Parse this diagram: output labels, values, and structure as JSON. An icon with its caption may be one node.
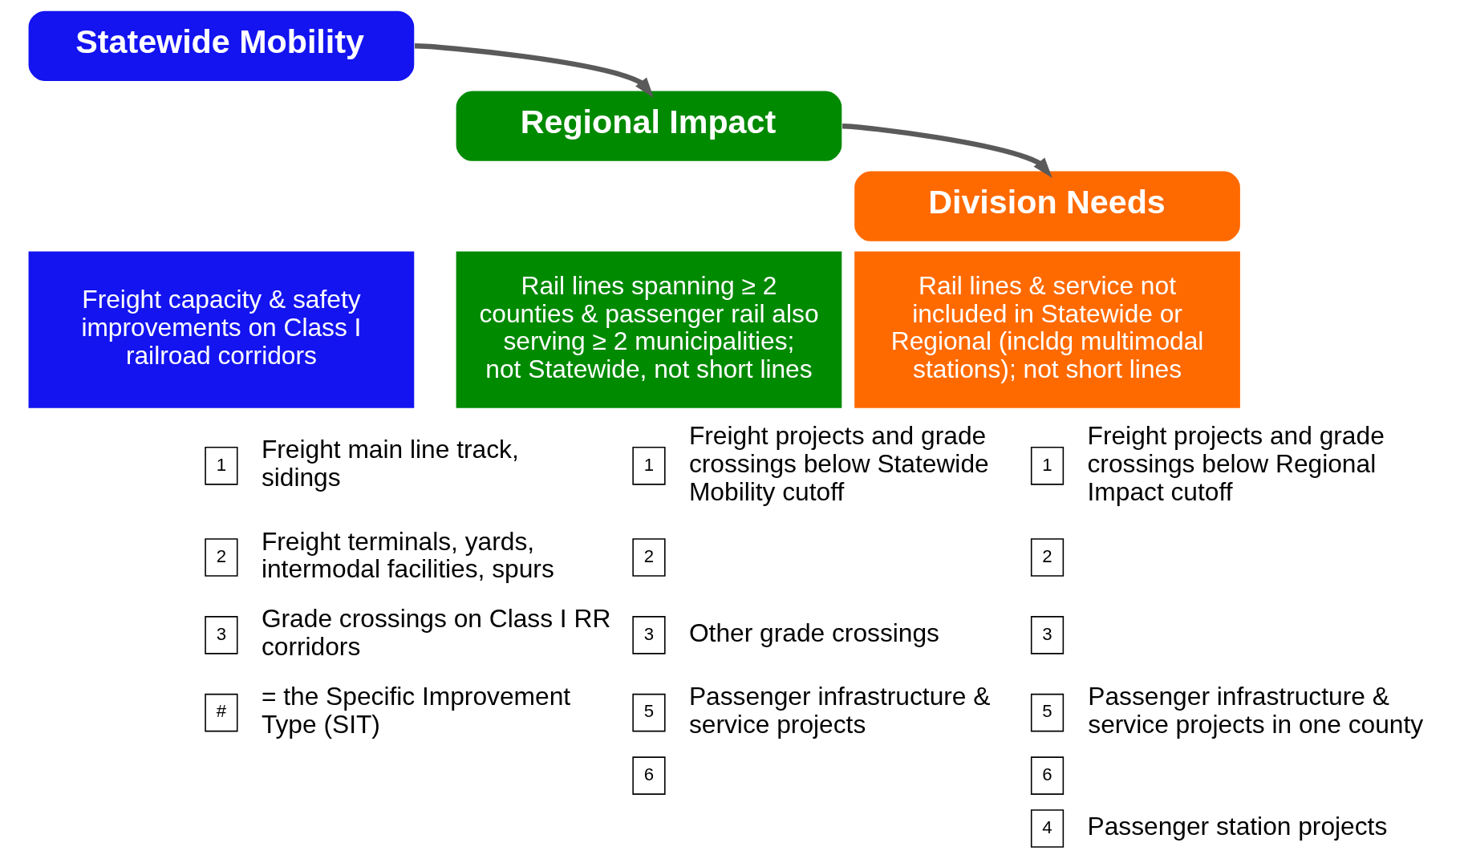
{
  "diagram": {
    "nodes": [
      {
        "text": [
          "Statewide Mobility"
        ]
      },
      {
        "text": [
          "Regional Impact"
        ]
      },
      {
        "text": [
          "Division Needs"
        ]
      },
      {
        "text": [
          "Freight capacity & safety improvements on Class I railroad corridors"
        ]
      },
      {
        "text": [
          "Rail lines spanning ≥ 2 counties & passenger rail also serving ≥ 2 municipalities; not Statewide, not short lines"
        ]
      },
      {
        "text": [
          "Rail lines & service not included in Statewide or Regional (incldg multimodal stations); not short lines"
        ]
      },
      {
        "text": [
          "1"
        ],
        "beside": [
          "Freight main line track, sidings"
        ]
      },
      {
        "text": [
          "2"
        ],
        "beside": [
          "Freight terminals, yards, intermodal facilities, spurs"
        ]
      },
      {
        "text": [
          "3"
        ],
        "beside": [
          "Grade crossings on Class I RR corridors"
        ]
      },
      {
        "text": [
          "1"
        ],
        "beside": [
          "Freight projects and grade crossings below Statewide Mobility cutoff"
        ]
      },
      {
        "text": [
          "2"
        ]
      },
      {
        "text": [
          "3"
        ],
        "beside": [
          "Other grade crossings"
        ]
      },
      {
        "text": [
          "5"
        ],
        "beside": [
          "Passenger infrastructure & service projects"
        ]
      },
      {
        "text": [
          "6"
        ]
      },
      {
        "text": [
          "1"
        ],
        "beside": [
          "Freight projects and grade crossings below Regional Impact cutoff"
        ]
      },
      {
        "text": [
          "2"
        ]
      },
      {
        "text": [
          "3"
        ]
      },
      {
        "text": [
          "5"
        ],
        "beside": [
          "Passenger infrastructure & service projects in one county"
        ]
      },
      {
        "text": [
          "6"
        ]
      },
      {
        "text": [
          "4"
        ],
        "beside": [
          "Passenger station projects"
        ]
      },
      {
        "text": [
          "#"
        ],
        "beside": [
          "= the Specific Improvement Type (SIT)"
        ]
      }
    ],
    "edges": [
      {
        "from": 0,
        "to": 1,
        "arrow": "to"
      },
      {
        "from": 1,
        "to": 2,
        "arrow": "to"
      }
    ]
  }
}
